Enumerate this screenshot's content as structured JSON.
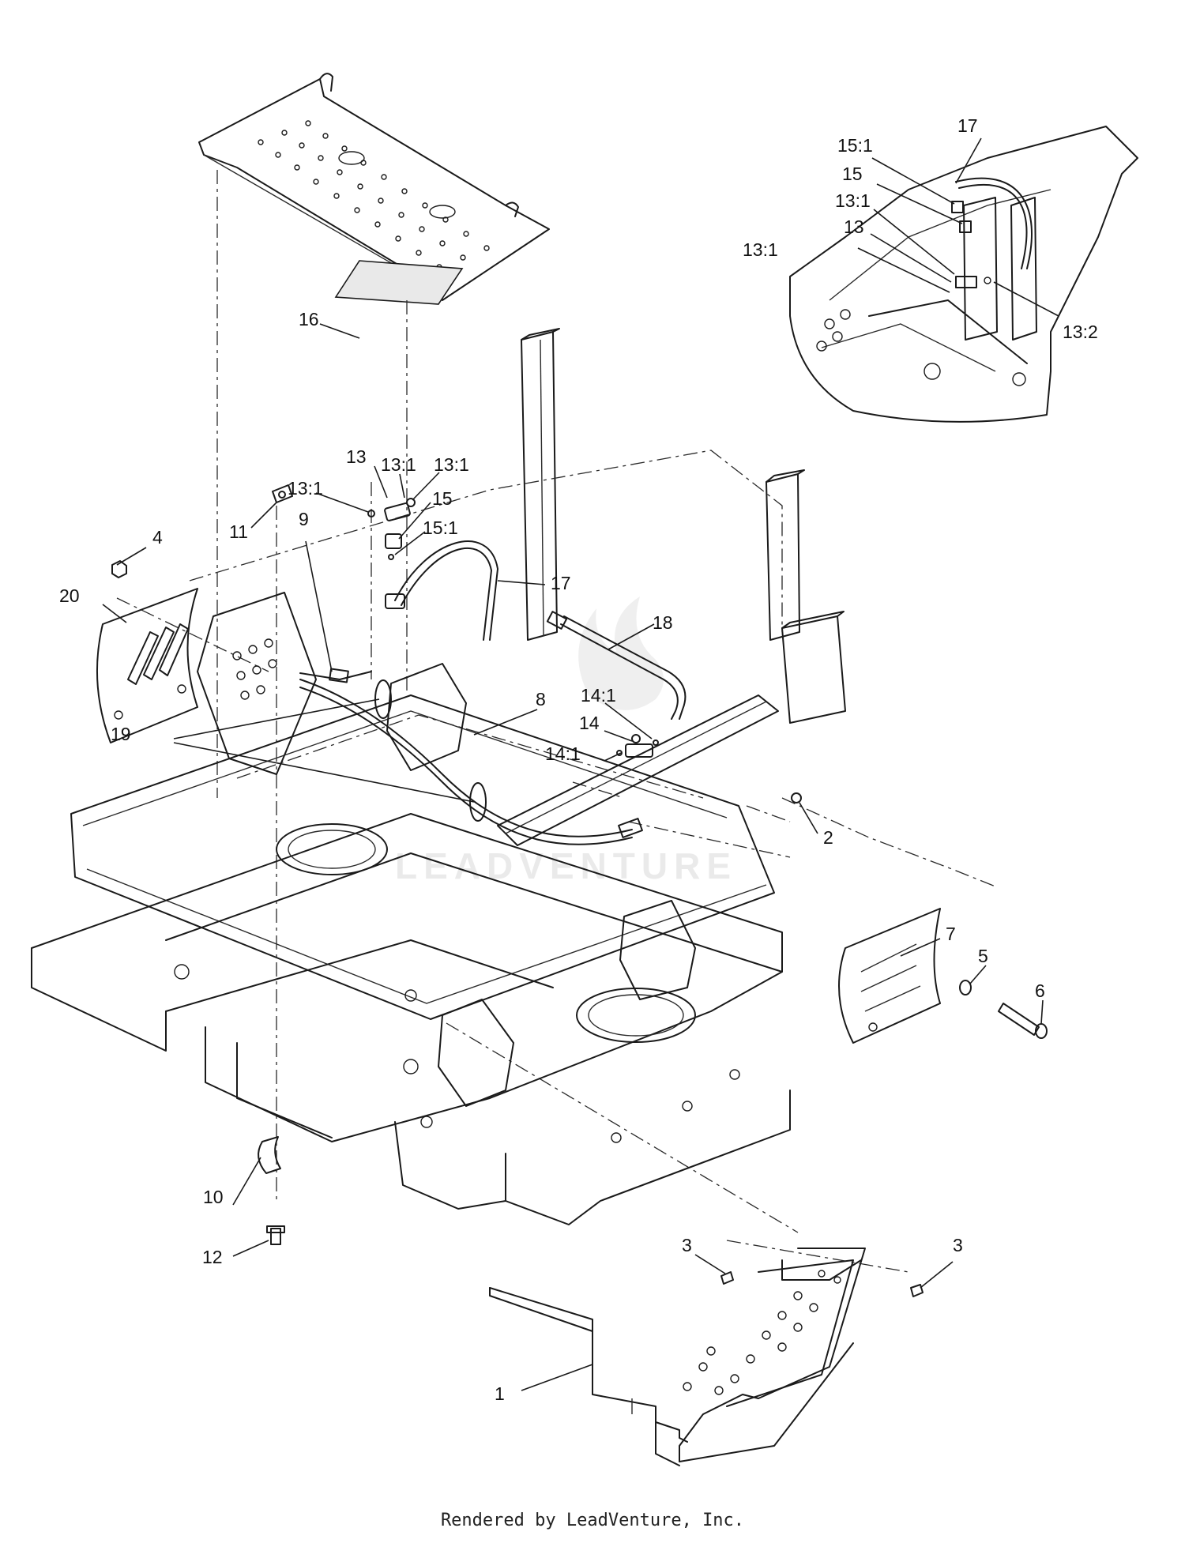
{
  "watermark": "LEADVENTURE",
  "footer": "Rendered by LeadVenture, Inc.",
  "callouts": [
    {
      "id": "c17-inset",
      "label": "17"
    },
    {
      "id": "c15-1-inset",
      "label": "15:1"
    },
    {
      "id": "c15-inset",
      "label": "15"
    },
    {
      "id": "c13-1a-inset",
      "label": "13:1"
    },
    {
      "id": "c13-inset",
      "label": "13"
    },
    {
      "id": "c13-1b-inset",
      "label": "13:1"
    },
    {
      "id": "c13-2-inset",
      "label": "13:2"
    },
    {
      "id": "c16",
      "label": "16"
    },
    {
      "id": "c13-1-top",
      "label": "13:1"
    },
    {
      "id": "c13-main",
      "label": "13"
    },
    {
      "id": "c13-1-right",
      "label": "13:1"
    },
    {
      "id": "c13-1-left",
      "label": "13:1"
    },
    {
      "id": "c15-main",
      "label": "15"
    },
    {
      "id": "c15-1-main",
      "label": "15:1"
    },
    {
      "id": "c11",
      "label": "11"
    },
    {
      "id": "c9",
      "label": "9"
    },
    {
      "id": "c4",
      "label": "4"
    },
    {
      "id": "c20",
      "label": "20"
    },
    {
      "id": "c17-main",
      "label": "17"
    },
    {
      "id": "c18",
      "label": "18"
    },
    {
      "id": "c8",
      "label": "8"
    },
    {
      "id": "c14-1-top",
      "label": "14:1"
    },
    {
      "id": "c14",
      "label": "14"
    },
    {
      "id": "c14-1-bottom",
      "label": "14:1"
    },
    {
      "id": "c19",
      "label": "19"
    },
    {
      "id": "c2",
      "label": "2"
    },
    {
      "id": "c7",
      "label": "7"
    },
    {
      "id": "c5",
      "label": "5"
    },
    {
      "id": "c6",
      "label": "6"
    },
    {
      "id": "c10",
      "label": "10"
    },
    {
      "id": "c12",
      "label": "12"
    },
    {
      "id": "c3-left",
      "label": "3"
    },
    {
      "id": "c3-right",
      "label": "3"
    },
    {
      "id": "c1",
      "label": "1"
    }
  ]
}
